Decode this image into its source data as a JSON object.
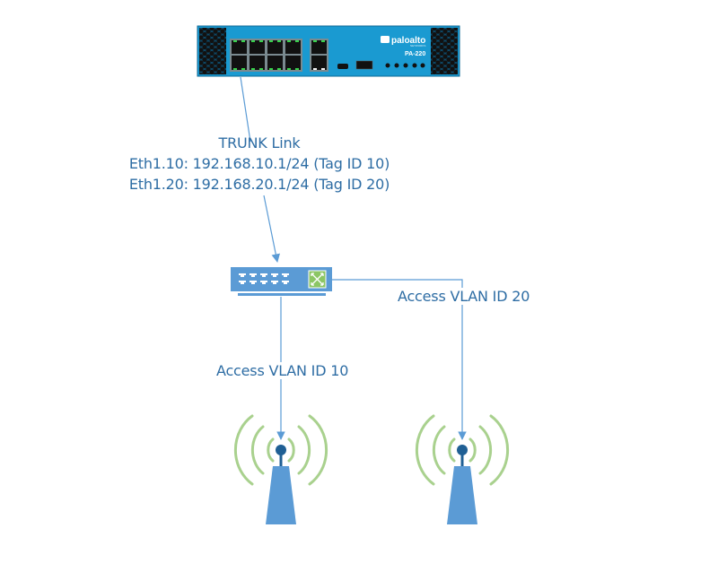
{
  "diagram": {
    "firewall": {
      "brand": "paloalto",
      "brand_sub": "NETWORKS",
      "model": "PA-220",
      "body_color": "#1a9ad1"
    },
    "trunk_label": {
      "title": "TRUNK Link",
      "line1": "Eth1.10: 192.168.10.1/24 (Tag ID 10)",
      "line2": "Eth1.20: 192.168.20.1/24 (Tag ID 20)"
    },
    "switch": {
      "color": "#5b9bd5",
      "accent": "#8cc665"
    },
    "links": [
      {
        "from": "firewall",
        "to": "switch",
        "label": "TRUNK Link"
      },
      {
        "from": "switch",
        "to": "access-point-1",
        "label": "Access VLAN ID 10"
      },
      {
        "from": "switch",
        "to": "access-point-2",
        "label": "Access VLAN ID 20"
      }
    ],
    "access_vlan_10_label": "Access VLAN ID 10",
    "access_vlan_20_label": "Access VLAN ID 20",
    "colors": {
      "line": "#5b9bd5",
      "text": "#2e6da4",
      "wave": "#a9d18e",
      "tower": "#5b9bd5",
      "antenna": "#1f5f94"
    }
  }
}
